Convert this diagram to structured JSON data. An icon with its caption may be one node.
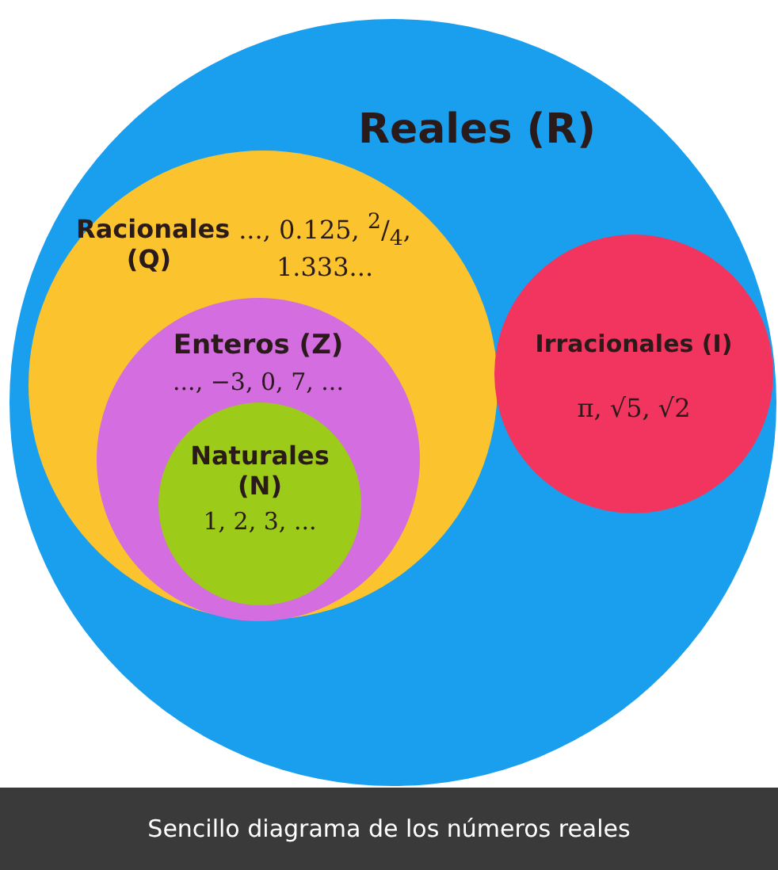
{
  "diagram": {
    "caption": "Sencillo diagrama de los números reales",
    "nodes": [
      {
        "text": [
          "Reales (R)"
        ]
      },
      {
        "text": [
          "Racionales (Q)",
          "..., 0.125, $^{2}$/$_{4}$, 1.333..."
        ],
        "in": 0
      },
      {
        "text": [
          "Enteros (Z)",
          "..., −3, 0, 7, ..."
        ],
        "in": 1
      },
      {
        "text": [
          "Naturales (N)",
          "1, 2, 3, ..."
        ],
        "in": 2
      },
      {
        "text": [
          "Irracionales (I)",
          "π, √5, √2"
        ],
        "in": 0
      }
    ],
    "edges": []
  }
}
